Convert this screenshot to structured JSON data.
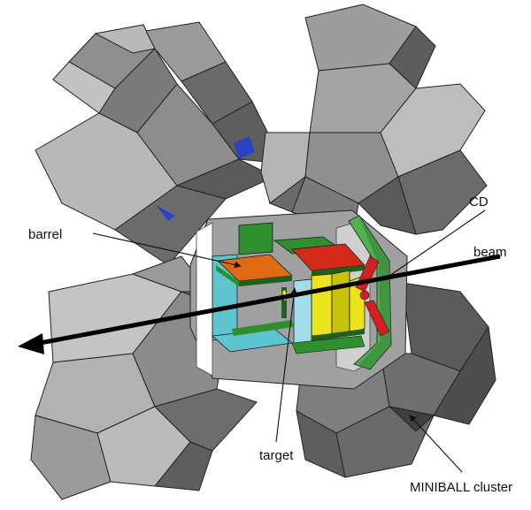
{
  "labels": {
    "barrel": "barrel",
    "cd": "CD",
    "beam": "beam",
    "target": "target",
    "cluster": "MINIBALL cluster"
  },
  "colors": {
    "background": "#ffffff",
    "crystal_light": "#bdbdbd",
    "crystal_mid": "#8c8c8c",
    "crystal_dark": "#5e5e5e",
    "chamber": "#9a9a9a",
    "pcb_green": "#2f8f2f",
    "dark_green": "#1f5f1f",
    "barrel_front": "#e06a10",
    "barrel_top": "#d42a1a",
    "cyan": "#5ec4cf",
    "light_blue": "#a4dbe8",
    "yellow": "#ece41a",
    "cd_green": "#52b152",
    "cd_red": "#d32020",
    "beam": "#000000",
    "window_blue": "#2a43c4"
  }
}
